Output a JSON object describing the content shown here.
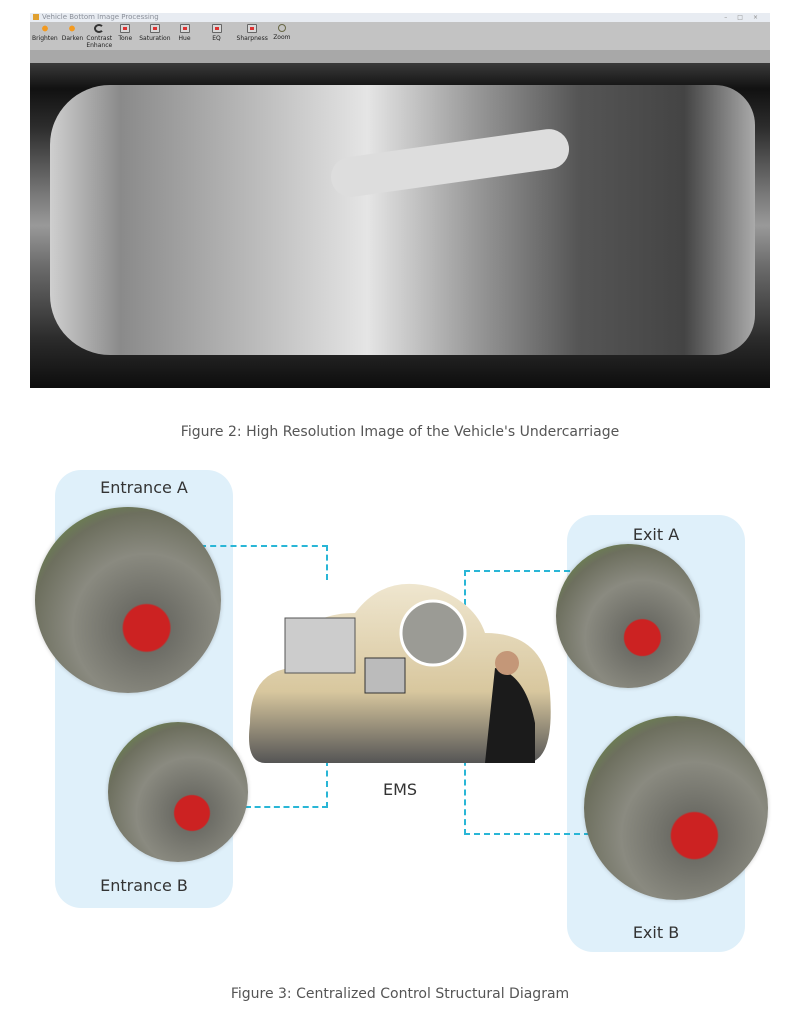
{
  "window": {
    "title": "Vehicle Bottom Image Processing",
    "controls": [
      "minimize",
      "maximize",
      "close"
    ]
  },
  "toolbar": [
    {
      "label": "Brighten",
      "icon": "sun-up-icon"
    },
    {
      "label": "Darken",
      "icon": "sun-down-icon"
    },
    {
      "label": "Contrast Enhance",
      "icon": "contrast-icon"
    },
    {
      "label": "Tone",
      "icon": "monitor-icon"
    },
    {
      "label": "Saturation",
      "icon": "monitor-icon"
    },
    {
      "label": "Hue",
      "icon": "monitor-icon"
    },
    {
      "label": "EQ",
      "icon": "monitor-icon"
    },
    {
      "label": "Sharpness",
      "icon": "monitor-icon"
    },
    {
      "label": "Zoom",
      "icon": "zoom-icon"
    }
  ],
  "figure2": {
    "caption": "Figure 2: High Resolution Image of the Vehicle's Undercarriage"
  },
  "figure3": {
    "caption": "Figure 3: Centralized Control Structural Diagram",
    "entrance_a": "Entrance A",
    "entrance_b": "Entrance B",
    "exit_a": "Exit A",
    "exit_b": "Exit B",
    "ems": "EMS"
  },
  "colors": {
    "panel": "#dff0fa",
    "connector": "#29b6d6"
  }
}
